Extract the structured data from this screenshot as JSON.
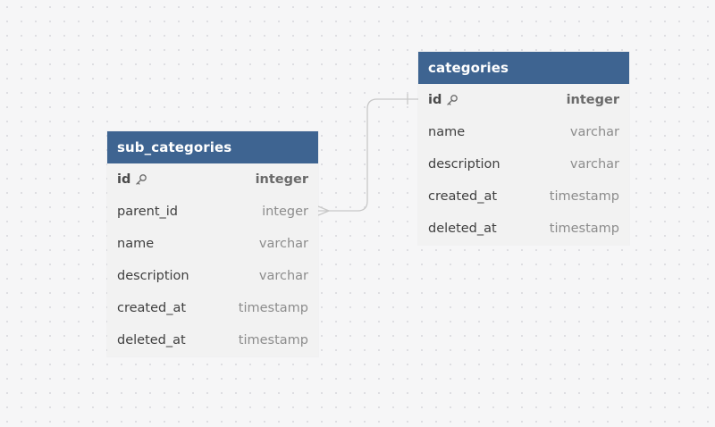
{
  "theme": {
    "header_color": "#3e6491",
    "connector_color": "#c8c8c8"
  },
  "tables": [
    {
      "name": "sub_categories",
      "fields": [
        {
          "name": "id",
          "type": "integer",
          "primary_key": true,
          "icon": "key-icon"
        },
        {
          "name": "parent_id",
          "type": "integer"
        },
        {
          "name": "name",
          "type": "varchar"
        },
        {
          "name": "description",
          "type": "varchar"
        },
        {
          "name": "created_at",
          "type": "timestamp"
        },
        {
          "name": "deleted_at",
          "type": "timestamp"
        }
      ]
    },
    {
      "name": "categories",
      "fields": [
        {
          "name": "id",
          "type": "integer",
          "primary_key": true,
          "icon": "key-icon"
        },
        {
          "name": "name",
          "type": "varchar"
        },
        {
          "name": "description",
          "type": "varchar"
        },
        {
          "name": "created_at",
          "type": "timestamp"
        },
        {
          "name": "deleted_at",
          "type": "timestamp"
        }
      ]
    }
  ],
  "relationships": [
    {
      "from_table": "sub_categories",
      "from_field": "parent_id",
      "from_cardinality": "many",
      "to_table": "categories",
      "to_field": "id",
      "to_cardinality": "one"
    }
  ]
}
